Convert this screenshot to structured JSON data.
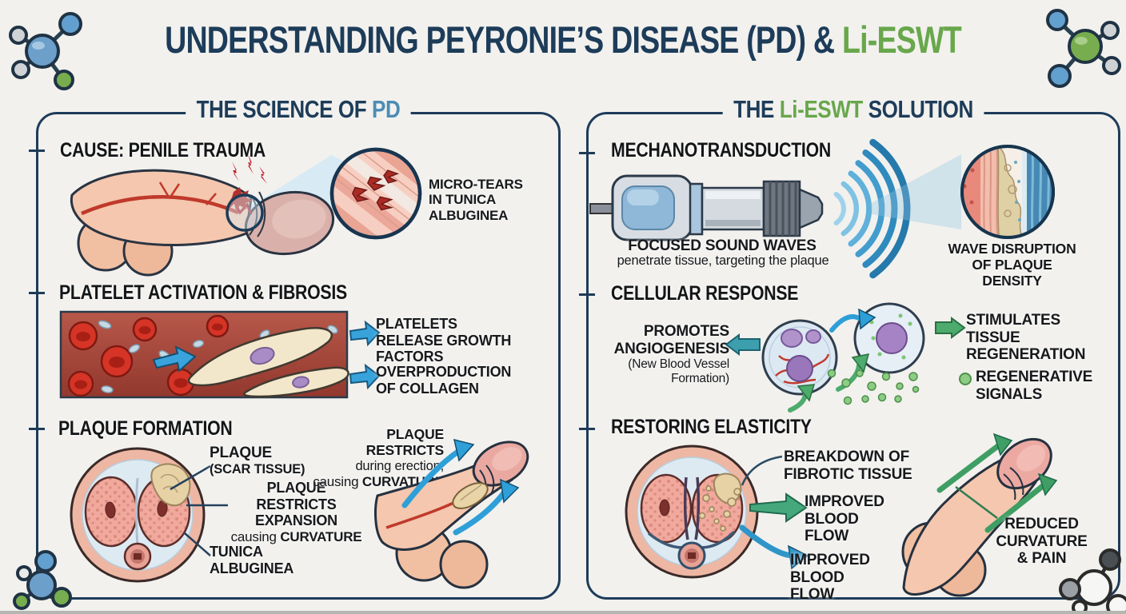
{
  "colors": {
    "navy": "#1d3c59",
    "accent_green": "#68a74b",
    "pd_blue": "#4d8cb4",
    "text_black": "#17191c",
    "arrow_blue": "#2e9ed7",
    "arrow_green": "#4cab6d",
    "arrow_teal": "#3d9fae",
    "background": "#f2f1ee"
  },
  "title": {
    "main": "UNDERSTANDING PEYRONIE’S DISEASE (PD) & ",
    "accent": "Li-ESWT"
  },
  "left": {
    "header": {
      "main": "THE SCIENCE OF ",
      "accent": "PD"
    },
    "cause": {
      "title": "CAUSE: PENILE TRAUMA",
      "micro_tears": "MICRO-TEARS IN TUNICA ALBUGINEA"
    },
    "platelet": {
      "title": "PLATELET ACTIVATION & FIBROSIS",
      "growth": "PLATELETS RELEASE GROWTH FACTORS",
      "collagen": "OVERPRODUCTION OF COLLAGEN"
    },
    "plaque": {
      "title": "PLAQUE FORMATION",
      "plaque_label": "PLAQUE",
      "scar_label": "(SCAR TISSUE)",
      "restricts_lines": "PLAQUE RESTRICTS EXPANSION",
      "causing": "causing ",
      "curvature": "CURVATURE",
      "tunica": "TUNICA ALBUGINEA",
      "erect_bold": "PLAQUE RESTRICTS",
      "erect_sub": "during erection,",
      "erect_causing": "causing ",
      "erect_curvature": "CURVATURE"
    }
  },
  "right": {
    "header": {
      "pre": "THE ",
      "accent": "Li-ESWT",
      "post": " SOLUTION"
    },
    "mechano": {
      "title": "MECHANOTRANSDUCTION",
      "caption_bold": "FOCUSED SOUND WAVES",
      "caption_sub": "penetrate tissue, targeting the plaque",
      "wave_label": "WAVE DISRUPTION OF PLAQUE DENSITY"
    },
    "cellular": {
      "title": "CELLULAR RESPONSE",
      "promotes": "PROMOTES ANGIOGENESIS",
      "promotes_sub": "(New Blood Vessel Formation)",
      "stimulates": "STIMULATES TISSUE REGENERATION",
      "signals": "REGENERATIVE SIGNALS"
    },
    "elasticity": {
      "title": "RESTORING ELASTICITY",
      "breakdown": "BREAKDOWN OF FIBROTIC TISSUE",
      "improved_1": "IMPROVED BLOOD FLOW",
      "improved_2": "IMPROVED BLOOD FLOW",
      "reduced": "REDUCED CURVATURE & PAIN"
    }
  }
}
